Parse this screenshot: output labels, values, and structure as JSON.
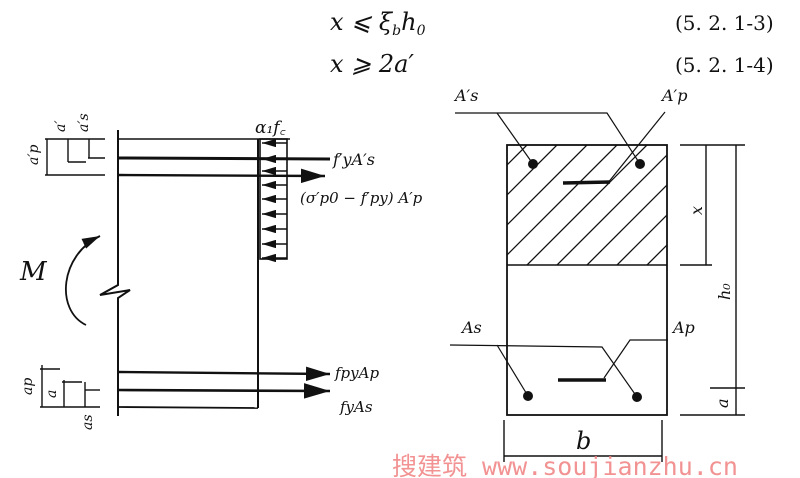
{
  "equations": [
    {
      "text": "x ⩽ ξ",
      "sub": "b",
      "rest": "h",
      "rest_sub": "0",
      "number": "(5. 2. 1-3)"
    },
    {
      "text": "x ⩾ 2a′",
      "number": "(5. 2. 1-4)"
    }
  ],
  "left_diagram": {
    "moment": "M",
    "stress_block": "α₁f꜀",
    "labels": {
      "fy_As_prime": "f′yA′s",
      "prestress_top": "(σ′p0 − f′py) A′p",
      "fpy_Ap": "fpyAp",
      "fy_As": "fyAs",
      "ap_prime": "a′p",
      "a_prime": "a′",
      "as_prime": "a′s",
      "ap": "ap",
      "a": "a",
      "as": "as"
    }
  },
  "right_diagram": {
    "As_prime": "A′s",
    "Ap_prime": "A′p",
    "As": "As",
    "Ap": "Ap",
    "x": "x",
    "h0": "h₀",
    "a": "a",
    "b": "b"
  },
  "watermark": "搜建筑 www.soujianzhu.cn",
  "colors": {
    "ink": "#111111",
    "watermark": "#f08080"
  }
}
